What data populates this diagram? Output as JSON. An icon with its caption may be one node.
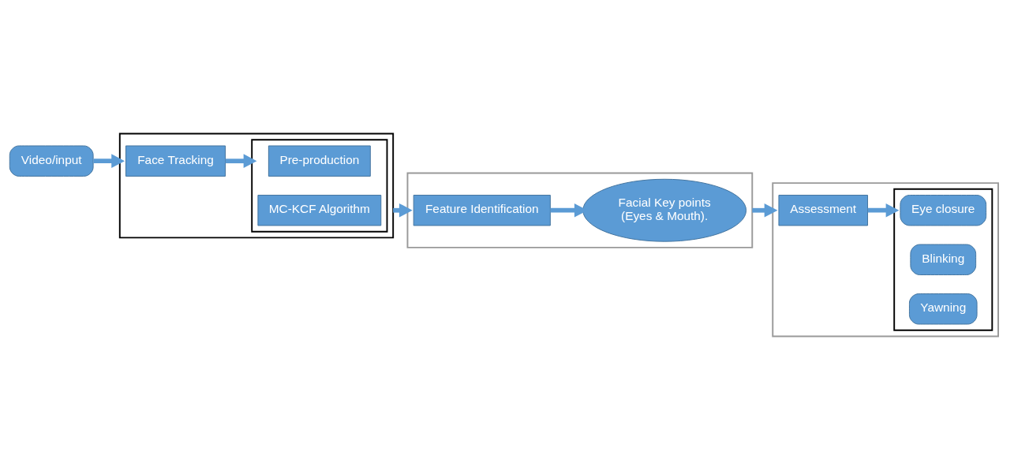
{
  "diagram": {
    "nodes": [
      {
        "text": [
          "Video/input"
        ]
      },
      {
        "text": [],
        "shape": "box"
      },
      {
        "text": [
          "Face Tracking"
        ],
        "in": 1
      },
      {
        "text": [],
        "shape": "box",
        "in": 1
      },
      {
        "text": [
          "Pre-production"
        ],
        "in": 3
      },
      {
        "text": [
          "MC-KCF Algorithm"
        ],
        "in": 3
      },
      {
        "text": [],
        "shape": "box"
      },
      {
        "text": [
          "Feature Identification"
        ],
        "in": 6
      },
      {
        "text": [
          "Facial Key points",
          "(Eyes & Mouth)."
        ],
        "in": 6
      },
      {
        "text": [],
        "shape": "box"
      },
      {
        "text": [
          "Assessment"
        ],
        "in": 9
      },
      {
        "text": [],
        "shape": "box",
        "in": 9
      },
      {
        "text": [
          "Eye closure"
        ],
        "in": 11
      },
      {
        "text": [
          "Blinking"
        ],
        "in": 11
      },
      {
        "text": [
          "Yawning"
        ],
        "in": 11
      }
    ],
    "edges": [
      {
        "from": 0,
        "to": 1,
        "arrow": "to"
      },
      {
        "from": 2,
        "to": 3,
        "arrow": "to"
      },
      {
        "from": 1,
        "to": 6,
        "arrow": "to"
      },
      {
        "from": 7,
        "to": 8,
        "arrow": "to"
      },
      {
        "from": 6,
        "to": 9,
        "arrow": "to"
      },
      {
        "from": 10,
        "to": 11,
        "arrow": "to"
      }
    ]
  }
}
